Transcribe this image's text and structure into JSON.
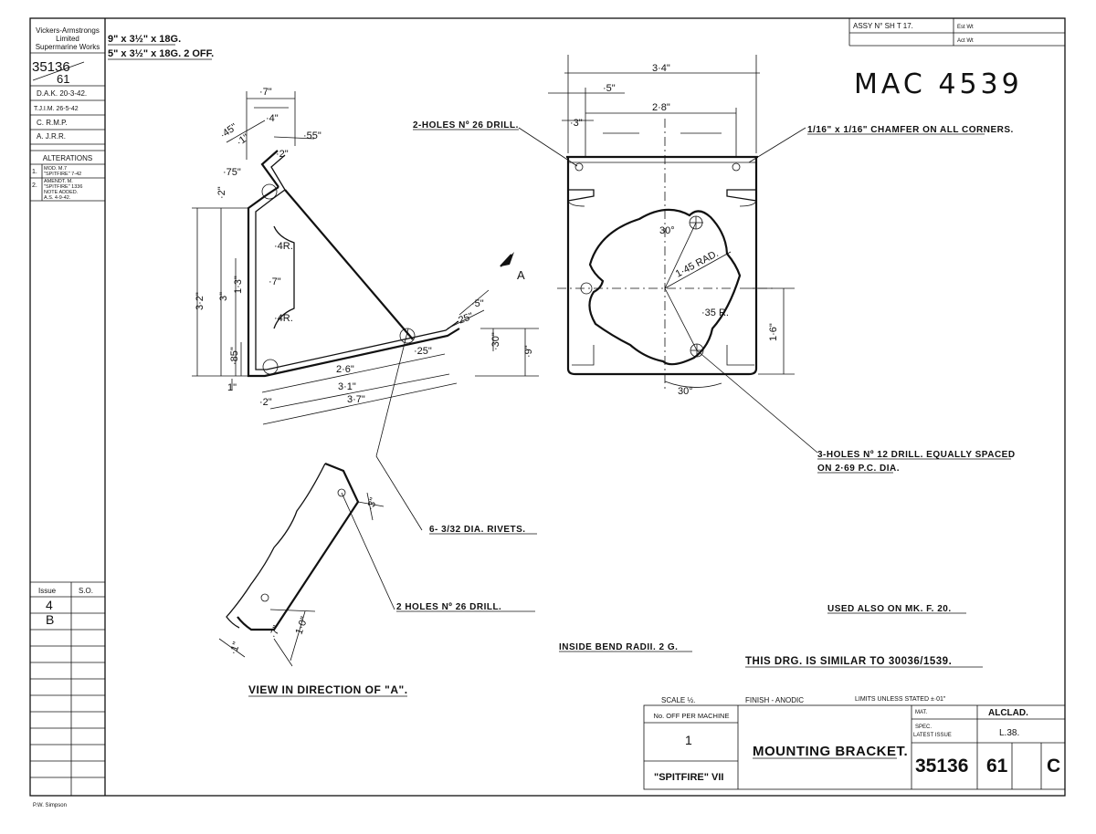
{
  "drawing": {
    "company": [
      "Vickers-Armstrongs",
      "Limited",
      "Supermarine Works"
    ],
    "drawing_number": "35136",
    "sub_number": "61",
    "drawn": "D.A.K. 20-3-42.",
    "traced": "T.J.I.M. 26-5-42",
    "checked": "C. R.M.P.",
    "approved": "A. J.R.R.",
    "alterations_title": "ALTERATIONS",
    "alteration_1": [
      "1.",
      "MOD. M.7",
      "\"SPITFIRE\" 7-42"
    ],
    "alteration_2": [
      "2.",
      "AMENDT. M.",
      "\"SPITFIRE\" 1336",
      "NOTE ADDED.",
      "A.S. 4-9-42."
    ],
    "issue_header": [
      "Issue",
      "S.O."
    ],
    "issue_entries": [
      "4",
      "B"
    ],
    "material_1": "9\" x 3½\" x 18G.",
    "material_2": "5\" x 3½\" x 18G. 2 OFF.",
    "handwritten_ref": "MAC 4539",
    "top_right_1": "ASSY N°  SH T 17.",
    "top_right_2": "Est Wt",
    "top_right_3": "Act Wt",
    "footer_left": "P.W. Simpson"
  },
  "notes": {
    "holes_26": "2-HOLES Nº 26 DRILL.",
    "chamfer": "1/16\" x 1/16\" CHAMFER ON ALL CORNERS.",
    "holes_12": [
      "3-HOLES Nº 12 DRILL. EQUALLY SPACED",
      "ON 2·69 P.C. DIA."
    ],
    "rivets": "6- 3/32 DIA. RIVETS.",
    "holes_26_b": "2 HOLES Nº 26 DRILL.",
    "view_a": "VIEW IN DIRECTION OF \"A\".",
    "used_also": "USED ALSO ON MK. F. 20.",
    "bend_radii": "INSIDE BEND RADII. 2 G.",
    "similar": "THIS DRG. IS SIMILAR TO 30036/1539."
  },
  "dimensions": {
    "d07a": "·7\"",
    "d045": "·45\"",
    "d04": "·4\"",
    "d055": "·55\"",
    "d01": "·1\"",
    "d02a": "·2\"",
    "d075": "·75\"",
    "d02b": "·2\"",
    "d4r": "·4R.",
    "d3_2": "3·2\"",
    "d3": "3\"",
    "d1_3": "1·3\"",
    "d07b": "·7\"",
    "d4r2": "·4R.",
    "d085": "·85\"",
    "d1": "1\"",
    "d2c": "·2\"",
    "d2_6": "2·6\"",
    "d3_1": "3·1\"",
    "d3_7": "3·7\"",
    "d25": "·25\"",
    "d5": "·5\"",
    "d25b": "·25\"",
    "d30": "·30\"",
    "d9": "·9\"",
    "view_arrow": "A",
    "w3_4": "3·4\"",
    "w05": "·5\"",
    "w2_8": "2·8\"",
    "w03": "·3\"",
    "w1_45": "1·45 RAD.",
    "w30a": "30°",
    "w35r": "·35 R.",
    "w1_6": "1·6\"",
    "w30b": "30°",
    "v3": "·3\"",
    "v7": "·7\"",
    "v1_0": "1·0\"",
    "v1": "·1\""
  },
  "title_block": {
    "scale": "SCALE ½.",
    "finish": "FINISH - ANODIC",
    "limits": "LIMITS UNLESS STATED ±·01\"",
    "no_off_label": "No. OFF PER MACHINE",
    "no_off_value": "1",
    "aircraft": "\"SPITFIRE\" VII",
    "title": "MOUNTING BRACKET.",
    "material_label": "MAT.",
    "material": "ALCLAD.",
    "spec_label": "SPEC.",
    "latest_issue_label": "LATEST ISSUE",
    "spec": "L.38.",
    "number": "35136",
    "sub": "61",
    "issue": "C"
  }
}
